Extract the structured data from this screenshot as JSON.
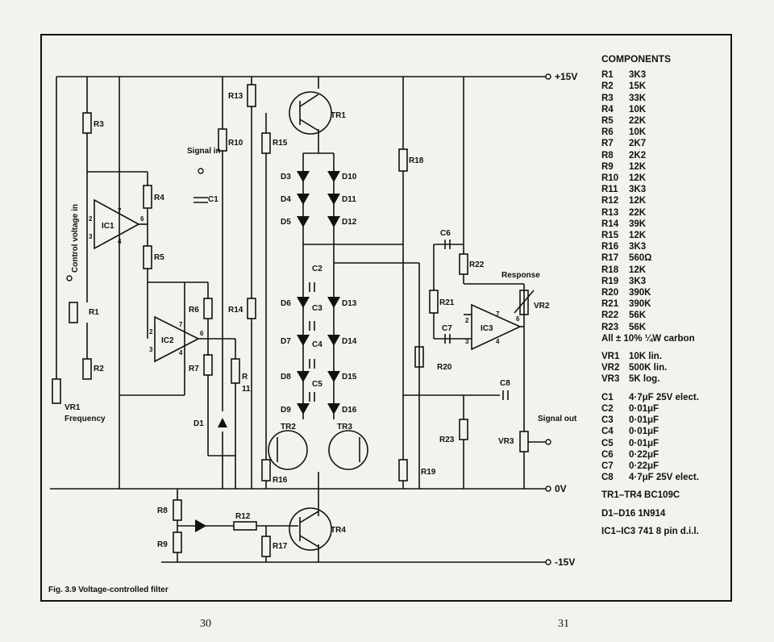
{
  "supply": {
    "pos": "+15V",
    "zero": "0V",
    "neg": "-15V"
  },
  "labels": {
    "control_voltage_in": "Control voltage in",
    "signal_in": "Signal in",
    "signal_out": "Signal out",
    "response": "Response",
    "frequency": "Frequency"
  },
  "components_title": "COMPONENTS",
  "components": [
    {
      "id": "R1",
      "value": "3K3"
    },
    {
      "id": "R2",
      "value": "15K"
    },
    {
      "id": "R3",
      "value": "33K"
    },
    {
      "id": "R4",
      "value": "10K"
    },
    {
      "id": "R5",
      "value": "22K"
    },
    {
      "id": "R6",
      "value": "10K"
    },
    {
      "id": "R7",
      "value": "2K7"
    },
    {
      "id": "R8",
      "value": "2K2"
    },
    {
      "id": "R9",
      "value": "12K"
    },
    {
      "id": "R10",
      "value": "12K"
    },
    {
      "id": "R11",
      "value": "3K3"
    },
    {
      "id": "R12",
      "value": "12K"
    },
    {
      "id": "R13",
      "value": "22K"
    },
    {
      "id": "R14",
      "value": "39K"
    },
    {
      "id": "R15",
      "value": "12K"
    },
    {
      "id": "R16",
      "value": "3K3"
    },
    {
      "id": "R17",
      "value": "560Ω"
    },
    {
      "id": "R18",
      "value": "12K"
    },
    {
      "id": "R19",
      "value": "3K3"
    },
    {
      "id": "R20",
      "value": "390K"
    },
    {
      "id": "R21",
      "value": "390K"
    },
    {
      "id": "R22",
      "value": "56K"
    },
    {
      "id": "R23",
      "value": "56K"
    }
  ],
  "resistor_note": "All ± 10% ¼W carbon",
  "pots": [
    {
      "id": "VR1",
      "value": "10K lin."
    },
    {
      "id": "VR2",
      "value": "500K lin."
    },
    {
      "id": "VR3",
      "value": "5K log."
    }
  ],
  "capacitors": [
    {
      "id": "C1",
      "value": "4·7μF 25V elect."
    },
    {
      "id": "C2",
      "value": "0·01μF"
    },
    {
      "id": "C3",
      "value": "0·01μF"
    },
    {
      "id": "C4",
      "value": "0·01μF"
    },
    {
      "id": "C5",
      "value": "0·01μF"
    },
    {
      "id": "C6",
      "value": "0·22μF"
    },
    {
      "id": "C7",
      "value": "0·22μF"
    },
    {
      "id": "C8",
      "value": "4·7μF 25V elect."
    }
  ],
  "semis": [
    "TR1–TR4 BC109C",
    "D1–D16 1N914",
    "IC1–IC3 741 8 pin d.i.l."
  ],
  "caption": "Fig. 3.9   Voltage-controlled filter",
  "page_left": "30",
  "page_right": "31",
  "schem": {
    "r1": "R1",
    "r2": "R2",
    "r3": "R3",
    "r4": "R4",
    "r5": "R5",
    "r6": "R6",
    "r7": "R7",
    "r8": "R8",
    "r9": "R9",
    "r10": "R10",
    "r11a": "R",
    "r11b": "11",
    "r12": "R12",
    "r13": "R13",
    "r14": "R14",
    "r15": "R15",
    "r16": "R16",
    "r17": "R17",
    "r18": "R18",
    "r19": "R19",
    "r20": "R20",
    "r21": "R21",
    "r22": "R22",
    "r23": "R23",
    "c1": "C1",
    "c2": "C2",
    "c3": "C3",
    "c4": "C4",
    "c5": "C5",
    "c6": "C6",
    "c7": "C7",
    "c8": "C8",
    "d1": "D1",
    "d3": "D3",
    "d4": "D4",
    "d5": "D5",
    "d6": "D6",
    "d7": "D7",
    "d8": "D8",
    "d9": "D9",
    "d10": "D10",
    "d11": "D11",
    "d12": "D12",
    "d13": "D13",
    "d14": "D14",
    "d15": "D15",
    "d16": "D16",
    "tr1": "TR1",
    "tr2": "TR2",
    "tr3": "TR3",
    "tr4": "TR4",
    "ic1": "IC1",
    "ic2": "IC2",
    "ic3": "IC3",
    "vr1": "VR1",
    "vr2": "VR2",
    "vr3": "VR3",
    "p2": "2",
    "p3": "3",
    "p4": "4",
    "p6": "6",
    "p7": "7"
  }
}
